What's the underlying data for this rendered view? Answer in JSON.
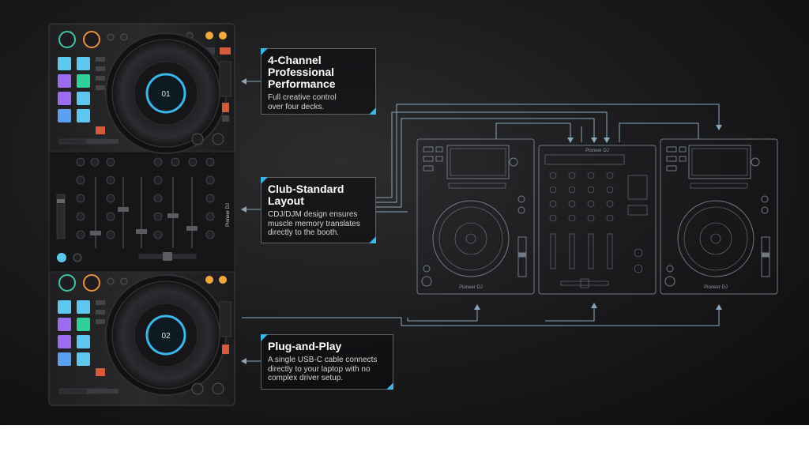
{
  "callouts": [
    {
      "title": "4-Channel\nProfessional\nPerformance",
      "body": "Full creative control\nover four decks."
    },
    {
      "title": "Club-Standard\nLayout",
      "body": "CDJ/DJM design ensures\nmuscle memory translates\ndirectly to the booth."
    },
    {
      "title": "Plug-and-Play",
      "body": "A single USB-C cable connects\ndirectly to your laptop with no\ncomplex driver setup."
    }
  ],
  "brand": {
    "controller_logo": "Pioneer DJ",
    "cdj_logo": "Pioneer DJ",
    "mixer_logo": "Pioneer DJ",
    "jog_display_top": "01",
    "jog_display_bottom": "02"
  },
  "colors": {
    "accent": "#3ab7e6",
    "pad_cyan": "#5cc8f0",
    "pad_purple": "#9b6cf0",
    "pad_green": "#2fd09a",
    "pad_blue": "#5a9ff0",
    "outline": "#6f7a84",
    "arrow": "#88a6ba"
  }
}
